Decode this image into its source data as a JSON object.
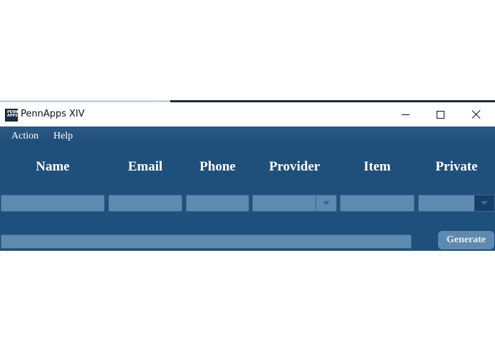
{
  "window": {
    "title": "PennApps XIV",
    "icon": "pennapps-logo-icon",
    "icon_text": "PENN APPS"
  },
  "menu": {
    "items": [
      {
        "label": "Action"
      },
      {
        "label": "Help"
      }
    ]
  },
  "columns": [
    {
      "label": "Name"
    },
    {
      "label": "Email"
    },
    {
      "label": "Phone"
    },
    {
      "label": "Provider"
    },
    {
      "label": "Item"
    },
    {
      "label": "Private"
    }
  ],
  "fields": {
    "name_value": "",
    "email_value": "",
    "phone_value": "",
    "provider_selected": "",
    "item_value": "",
    "private_selected": "",
    "output_value": ""
  },
  "actions": {
    "generate_label": "Generate"
  },
  "colors": {
    "menubar": "#2b5a86",
    "content_bg": "#1f4f7b",
    "field_bg": "#5e8ab0",
    "accent_arrow": "#2a6ea6",
    "text": "#ffffff"
  }
}
